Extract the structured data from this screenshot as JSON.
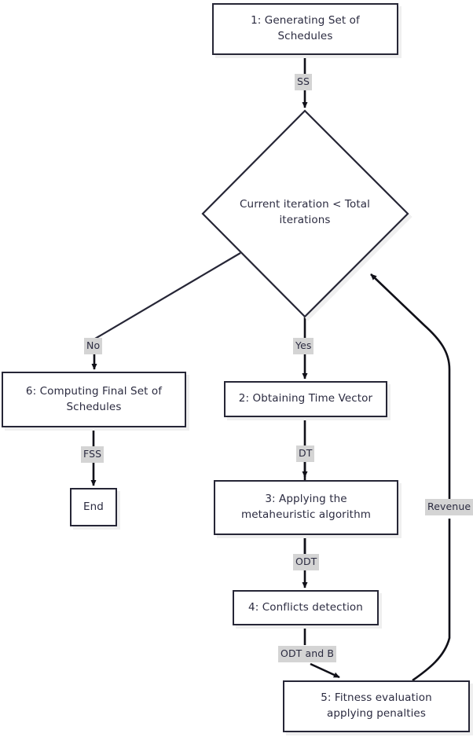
{
  "diagram": {
    "title": "Metaheuristic scheduling algorithm flowchart",
    "type": "flowchart",
    "colors": {
      "node_border": "#262636",
      "node_fill": "#ffffff",
      "text": "#2b2b40",
      "edge_label_bg": "#d4d4d4",
      "edge_stroke": "#101018",
      "shadow": "#efefef",
      "background": "#ffffff"
    },
    "nodes": [
      {
        "id": "n1",
        "shape": "rect",
        "label": "1: Generating Set of\nSchedules"
      },
      {
        "id": "d1",
        "shape": "diamond",
        "label": "Current iteration < Total\niterations"
      },
      {
        "id": "n6",
        "shape": "rect",
        "label": "6: Computing Final Set of\nSchedules"
      },
      {
        "id": "end",
        "shape": "rect",
        "label": "End"
      },
      {
        "id": "n2",
        "shape": "rect",
        "label": "2: Obtaining Time Vector"
      },
      {
        "id": "n3",
        "shape": "rect",
        "label": "3: Applying the\nmetaheuristic algorithm"
      },
      {
        "id": "n4",
        "shape": "rect",
        "label": "4: Conflicts detection"
      },
      {
        "id": "n5",
        "shape": "rect",
        "label": "5: Fitness evaluation\napplying penalties"
      }
    ],
    "edge_labels": [
      {
        "id": "e_ss",
        "text": "SS"
      },
      {
        "id": "e_no",
        "text": "No"
      },
      {
        "id": "e_yes",
        "text": "Yes"
      },
      {
        "id": "e_fss",
        "text": "FSS"
      },
      {
        "id": "e_dt",
        "text": "DT"
      },
      {
        "id": "e_odt",
        "text": "ODT"
      },
      {
        "id": "e_odt_b",
        "text": "ODT and B"
      },
      {
        "id": "e_revenue",
        "text": "Revenue"
      }
    ]
  }
}
